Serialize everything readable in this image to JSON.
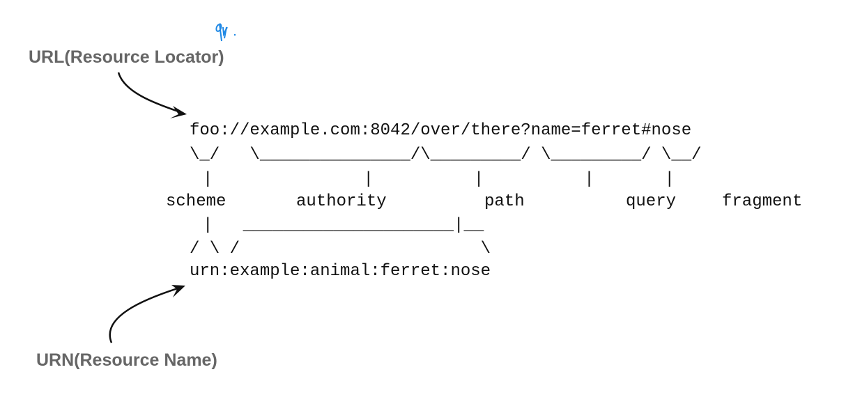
{
  "diagram": {
    "url_title": "URL(Resource Locator)",
    "urn_title": "URN(Resource Name)",
    "url_example": "foo://example.com:8042/over/there?name=ferret#nose",
    "url_braces": "\\_/   \\_______________/\\_________/ \\_________/ \\__/",
    "url_ticks": "|               |          |          |       |",
    "parts": [
      "scheme",
      "authority",
      "path",
      "query",
      "fragment"
    ],
    "urn_tick": "|   _____________________|__",
    "urn_braces": "/ \\ /                        \\",
    "urn_example": "urn:example:animal:ferret:nose"
  },
  "colors": {
    "label": "#666666",
    "text": "#111111",
    "scribble": "#1e88e5"
  }
}
